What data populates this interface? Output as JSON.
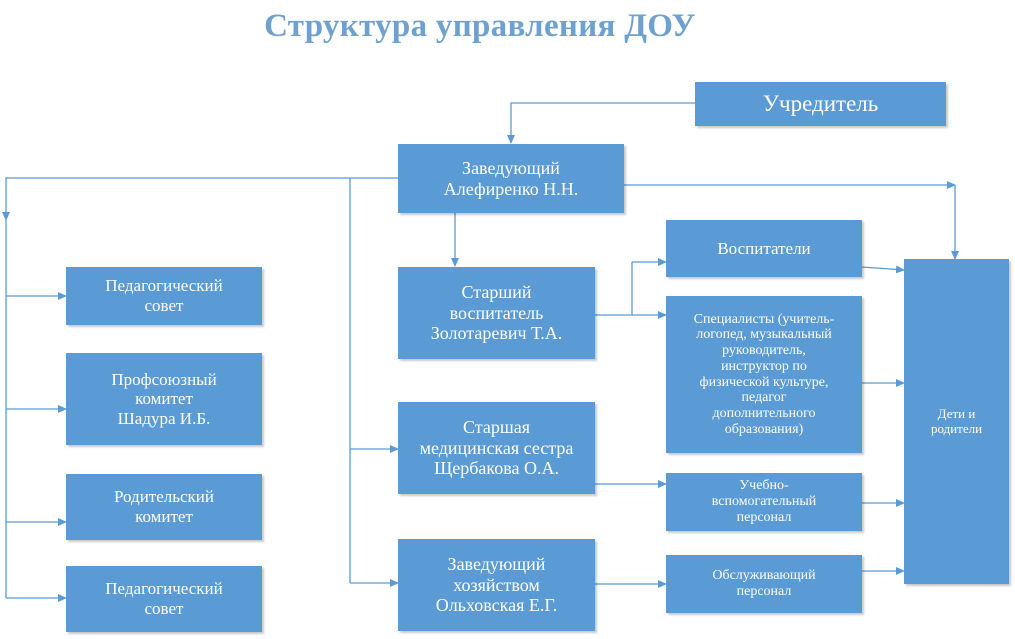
{
  "title": "Структура управления ДОУ",
  "colors": {
    "box": "#5b9bd5",
    "title": "#6fa1d0",
    "line": "#5b9bd5"
  },
  "boxes": {
    "founder": "Учредитель",
    "head": "Заведующий\nАлефиренко Н.Н.",
    "senior_educator": "Старший\nвоспитатель\nЗолотаревич Т.А.",
    "senior_nurse": "Старшая\nмедицинская сестра\nЩербакова О.А.",
    "supply_manager": "Заведующий\nхозяйством\nОльховская Е.Г.",
    "educators": "Воспитатели",
    "specialists": "Специалисты (учитель-\nлогопед, музыкальный\nруководитель,\nинструктор по\nфизической культуре,\nпедагог\nдополнительного\nобразования)",
    "support_staff": "Учебно-\nвспомогательный\nперсонал",
    "service_staff": "Обслуживающий\nперсонал",
    "children_parents": "Дети и\nродители",
    "ped_council_1": "Педагогический\nсовет",
    "trade_union": "Профсоюзный\nкомитет\nШадура И.Б.",
    "parent_committee": "Родительский\nкомитет",
    "ped_council_2": "Педагогический\nсовет"
  }
}
